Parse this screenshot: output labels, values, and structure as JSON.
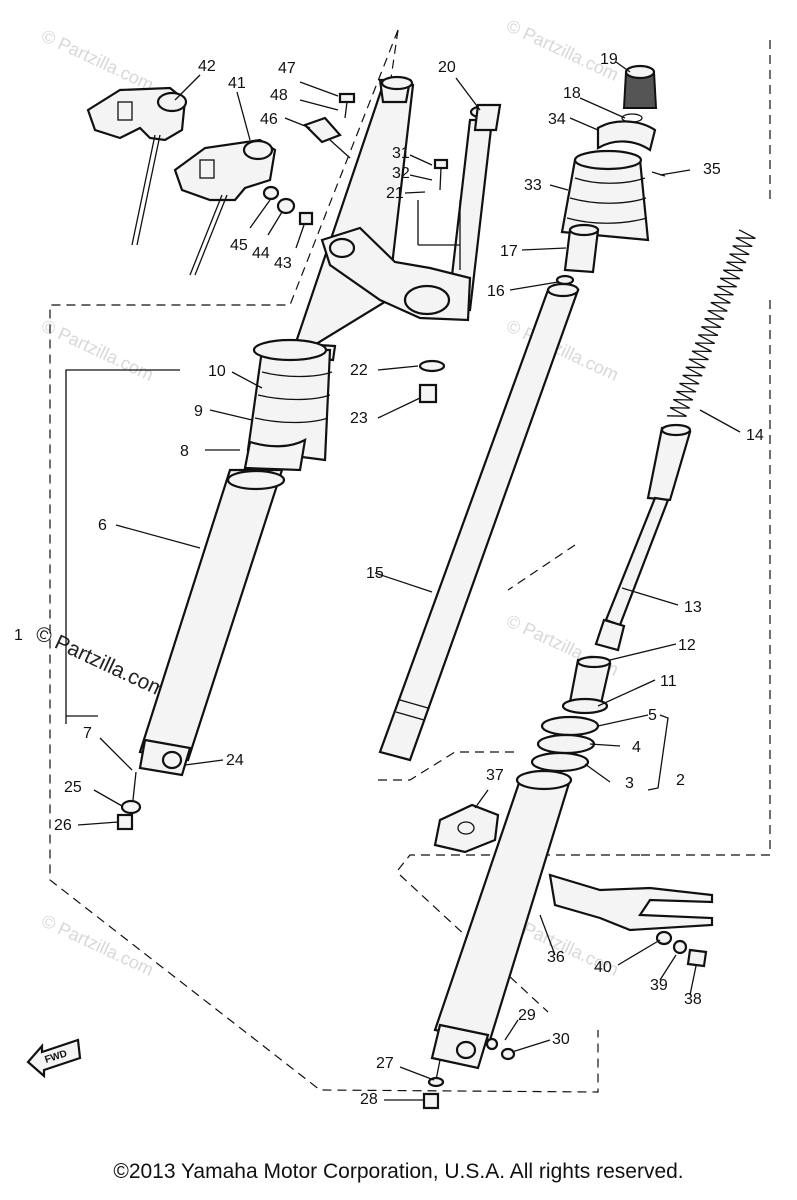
{
  "watermark": {
    "text": "© Partzilla.com"
  },
  "callouts": {
    "c1": "1",
    "c2": "2",
    "c3": "3",
    "c4": "4",
    "c5": "5",
    "c6": "6",
    "c7": "7",
    "c8": "8",
    "c9": "9",
    "c10": "10",
    "c11": "11",
    "c12": "12",
    "c13": "13",
    "c14": "14",
    "c15": "15",
    "c16": "16",
    "c17": "17",
    "c18": "18",
    "c19": "19",
    "c20": "20",
    "c21": "21",
    "c22": "22",
    "c23": "23",
    "c24": "24",
    "c25": "25",
    "c26": "26",
    "c27": "27",
    "c28": "28",
    "c29": "29",
    "c30": "30",
    "c31": "31",
    "c32": "32",
    "c33": "33",
    "c34": "34",
    "c35": "35",
    "c36": "36",
    "c37": "37",
    "c38": "38",
    "c39": "39",
    "c40": "40",
    "c41": "41",
    "c42": "42",
    "c43": "43",
    "c44": "44",
    "c45": "45",
    "c46": "46",
    "c47": "47",
    "c48": "48"
  },
  "fwd_label": "FWD",
  "footer": {
    "copyright": "©2013 Yamaha Motor Corporation, U.S.A. All rights reserved."
  }
}
